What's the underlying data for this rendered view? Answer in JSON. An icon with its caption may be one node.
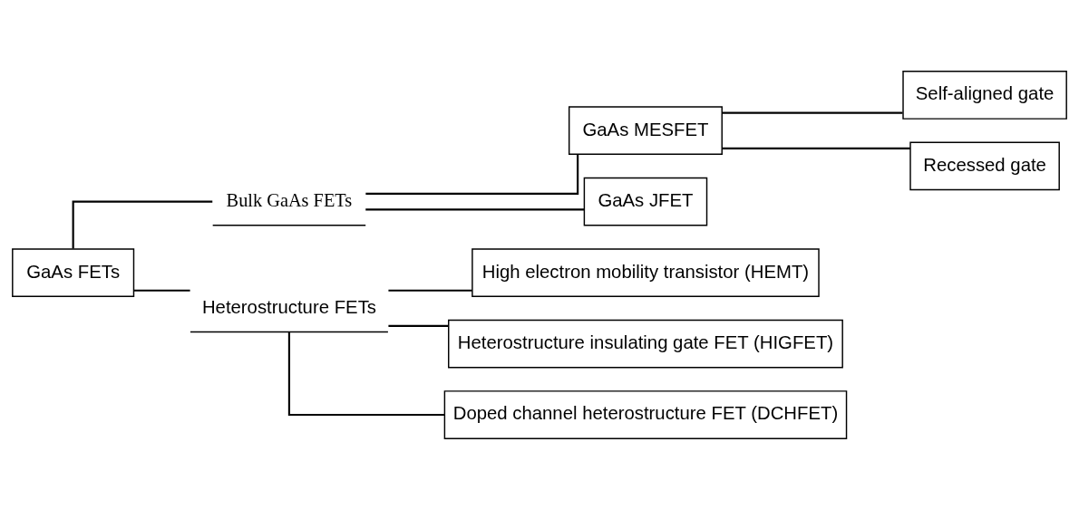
{
  "diagram": {
    "nodes": [
      {
        "text": [
          "GaAs FETs"
        ]
      },
      {
        "text": [
          "Bulk GaAs FETs"
        ]
      },
      {
        "text": [
          "Heterostructure FETs"
        ]
      },
      {
        "text": [
          "GaAs MESFET"
        ]
      },
      {
        "text": [
          "GaAs JFET"
        ]
      },
      {
        "text": [
          "Self-aligned gate"
        ]
      },
      {
        "text": [
          "Recessed gate"
        ]
      },
      {
        "text": [
          "High electron mobility transistor (HEMT)"
        ]
      },
      {
        "text": [
          "Heterostructure insulating gate FET (HIGFET)"
        ]
      },
      {
        "text": [
          "Doped channel heterostructure FET (DCHFET)"
        ]
      }
    ],
    "edges": [
      {
        "from": 0,
        "to": 1,
        "arrow": "none"
      },
      {
        "from": 0,
        "to": 2,
        "arrow": "none"
      },
      {
        "from": 1,
        "to": 3,
        "arrow": "none"
      },
      {
        "from": 1,
        "to": 4,
        "arrow": "none"
      },
      {
        "from": 3,
        "to": 5,
        "arrow": "none"
      },
      {
        "from": 3,
        "to": 6,
        "arrow": "none"
      },
      {
        "from": 2,
        "to": 7,
        "arrow": "none"
      },
      {
        "from": 2,
        "to": 8,
        "arrow": "none"
      },
      {
        "from": 2,
        "to": 9,
        "arrow": "none"
      }
    ]
  }
}
